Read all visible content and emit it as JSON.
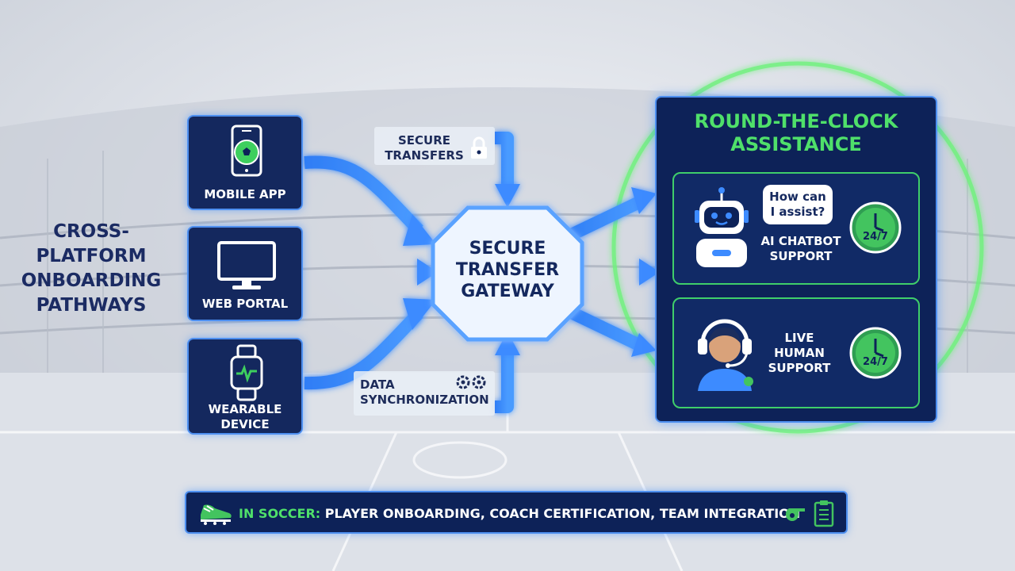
{
  "title": "CROSS-\nPLATFORM\nONBOARDING\nPATHWAYS",
  "sources": [
    {
      "label": "MOBILE APP",
      "icon": "smartphone-soccer-icon"
    },
    {
      "label": "WEB PORTAL",
      "icon": "monitor-icon"
    },
    {
      "label": "WEARABLE\nDEVICE",
      "icon": "smartwatch-icon"
    }
  ],
  "tags": {
    "secure_transfers": "SECURE\nTRANSFERS",
    "data_sync": "DATA\nSYNCHRONIZATION"
  },
  "gateway": {
    "label": "SECURE\nTRANSFER\nGATEWAY"
  },
  "assistance": {
    "title": "ROUND-THE-CLOCK\nASSISTANCE",
    "chatbot": {
      "bubble": "How can\nI assist?",
      "label": "AI CHATBOT\nSUPPORT",
      "clock": "24/7"
    },
    "human": {
      "label": "LIVE\nHUMAN\nSUPPORT",
      "clock": "24/7"
    }
  },
  "footer": {
    "prefix": "IN SOCCER: ",
    "text": "PLAYER ONBOARDING, COACH CERTIFICATION, TEAM INTEGRATION"
  },
  "colors": {
    "navy": "#0d2258",
    "accent_blue": "#3d8bff",
    "accent_green": "#4fe06a",
    "text_dark": "#1b2b63"
  }
}
